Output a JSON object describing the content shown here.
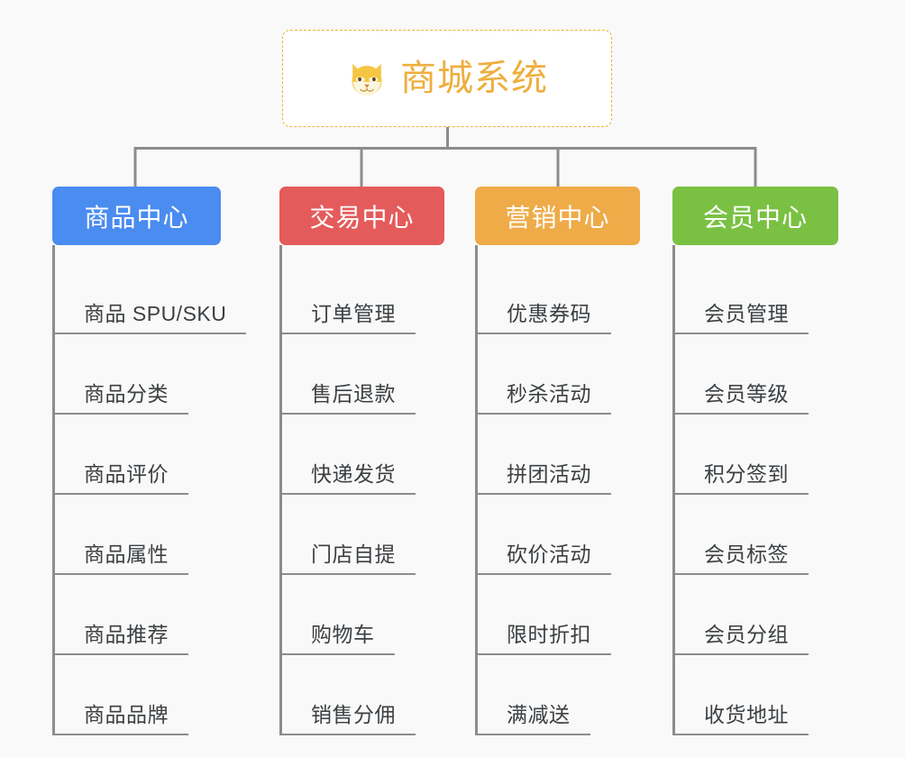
{
  "canvas": {
    "background_color": "#f9f9f9",
    "connector_color": "#8c8c8c"
  },
  "root": {
    "title": "商城系统",
    "icon": "dog-face-emoji",
    "text_color": "#eeae3e",
    "border_color": "#e8b339",
    "background_color": "#ffffff"
  },
  "branches": [
    {
      "title": "商品中心",
      "color": "#4a8cf0",
      "items": [
        {
          "label": "商品 SPU/SKU"
        },
        {
          "label": "商品分类"
        },
        {
          "label": "商品评价"
        },
        {
          "label": "商品属性"
        },
        {
          "label": "商品推荐"
        },
        {
          "label": "商品品牌"
        }
      ]
    },
    {
      "title": "交易中心",
      "color": "#e45b5b",
      "items": [
        {
          "label": "订单管理"
        },
        {
          "label": "售后退款"
        },
        {
          "label": "快递发货"
        },
        {
          "label": "门店自提"
        },
        {
          "label": "购物车"
        },
        {
          "label": "销售分佣"
        }
      ]
    },
    {
      "title": "营销中心",
      "color": "#eeab48",
      "items": [
        {
          "label": "优惠券码"
        },
        {
          "label": "秒杀活动"
        },
        {
          "label": "拼团活动"
        },
        {
          "label": "砍价活动"
        },
        {
          "label": "限时折扣"
        },
        {
          "label": "满减送"
        }
      ]
    },
    {
      "title": "会员中心",
      "color": "#7ac143",
      "items": [
        {
          "label": "会员管理"
        },
        {
          "label": "会员等级"
        },
        {
          "label": "积分签到"
        },
        {
          "label": "会员标签"
        },
        {
          "label": "会员分组"
        },
        {
          "label": "收货地址"
        }
      ]
    }
  ]
}
